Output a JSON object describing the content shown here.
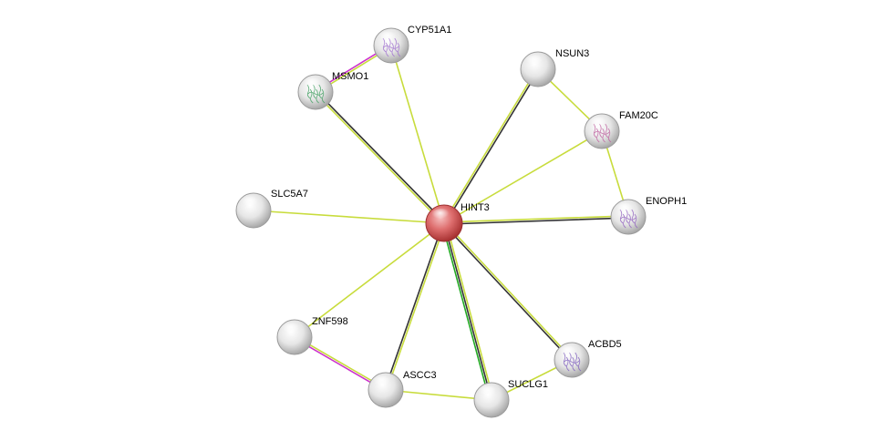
{
  "network": {
    "center_node": "HINT3",
    "nodes": [
      {
        "id": "HINT3",
        "label": "HINT3",
        "color": "#d14b4b",
        "query": true,
        "structure": false
      },
      {
        "id": "CYP51A1",
        "label": "CYP51A1",
        "color": "#e2e2e2",
        "query": false,
        "structure": true,
        "structure_color": "#a070d0"
      },
      {
        "id": "MSMO1",
        "label": "MSMO1",
        "color": "#e2e2e2",
        "query": false,
        "structure": true,
        "structure_color": "#40a060"
      },
      {
        "id": "NSUN3",
        "label": "NSUN3",
        "color": "#e2e2e2",
        "query": false,
        "structure": false
      },
      {
        "id": "FAM20C",
        "label": "FAM20C",
        "color": "#e2e2e2",
        "query": false,
        "structure": true,
        "structure_color": "#c060a0"
      },
      {
        "id": "ENOPH1",
        "label": "ENOPH1",
        "color": "#e2e2e2",
        "query": false,
        "structure": true,
        "structure_color": "#9060c0"
      },
      {
        "id": "SLC5A7",
        "label": "SLC5A7",
        "color": "#e2e2e2",
        "query": false,
        "structure": false
      },
      {
        "id": "ZNF598",
        "label": "ZNF598",
        "color": "#e2e2e2",
        "query": false,
        "structure": false
      },
      {
        "id": "ASCC3",
        "label": "ASCC3",
        "color": "#e2e2e2",
        "query": false,
        "structure": false
      },
      {
        "id": "SUCLG1",
        "label": "SUCLG1",
        "color": "#e2e2e2",
        "query": false,
        "structure": false
      },
      {
        "id": "ACBD5",
        "label": "ACBD5",
        "color": "#e2e2e2",
        "query": false,
        "structure": true,
        "structure_color": "#8060c0"
      }
    ],
    "edges": [
      {
        "source": "HINT3",
        "target": "CYP51A1",
        "evidence": [
          "textmining"
        ]
      },
      {
        "source": "HINT3",
        "target": "MSMO1",
        "evidence": [
          "textmining",
          "coexpression"
        ]
      },
      {
        "source": "HINT3",
        "target": "NSUN3",
        "evidence": [
          "textmining",
          "coexpression"
        ]
      },
      {
        "source": "HINT3",
        "target": "FAM20C",
        "evidence": [
          "textmining"
        ]
      },
      {
        "source": "HINT3",
        "target": "ENOPH1",
        "evidence": [
          "textmining",
          "coexpression"
        ]
      },
      {
        "source": "HINT3",
        "target": "SLC5A7",
        "evidence": [
          "textmining"
        ]
      },
      {
        "source": "HINT3",
        "target": "ZNF598",
        "evidence": [
          "textmining"
        ]
      },
      {
        "source": "HINT3",
        "target": "ASCC3",
        "evidence": [
          "textmining",
          "coexpression"
        ]
      },
      {
        "source": "HINT3",
        "target": "SUCLG1",
        "evidence": [
          "textmining",
          "coexpression",
          "cooccurrence"
        ]
      },
      {
        "source": "HINT3",
        "target": "ACBD5",
        "evidence": [
          "textmining",
          "coexpression"
        ]
      },
      {
        "source": "CYP51A1",
        "target": "MSMO1",
        "evidence": [
          "textmining",
          "experiments"
        ]
      },
      {
        "source": "NSUN3",
        "target": "FAM20C",
        "evidence": [
          "textmining"
        ]
      },
      {
        "source": "FAM20C",
        "target": "ENOPH1",
        "evidence": [
          "textmining"
        ]
      },
      {
        "source": "ZNF598",
        "target": "ASCC3",
        "evidence": [
          "textmining",
          "experiments"
        ]
      },
      {
        "source": "ASCC3",
        "target": "SUCLG1",
        "evidence": [
          "textmining"
        ]
      },
      {
        "source": "SUCLG1",
        "target": "ACBD5",
        "evidence": [
          "textmining"
        ]
      }
    ],
    "evidence_colors": {
      "textmining": "#c8dc3c",
      "coexpression": "#333333",
      "cooccurrence": "#22aa22",
      "experiments": "#cc33cc"
    }
  }
}
